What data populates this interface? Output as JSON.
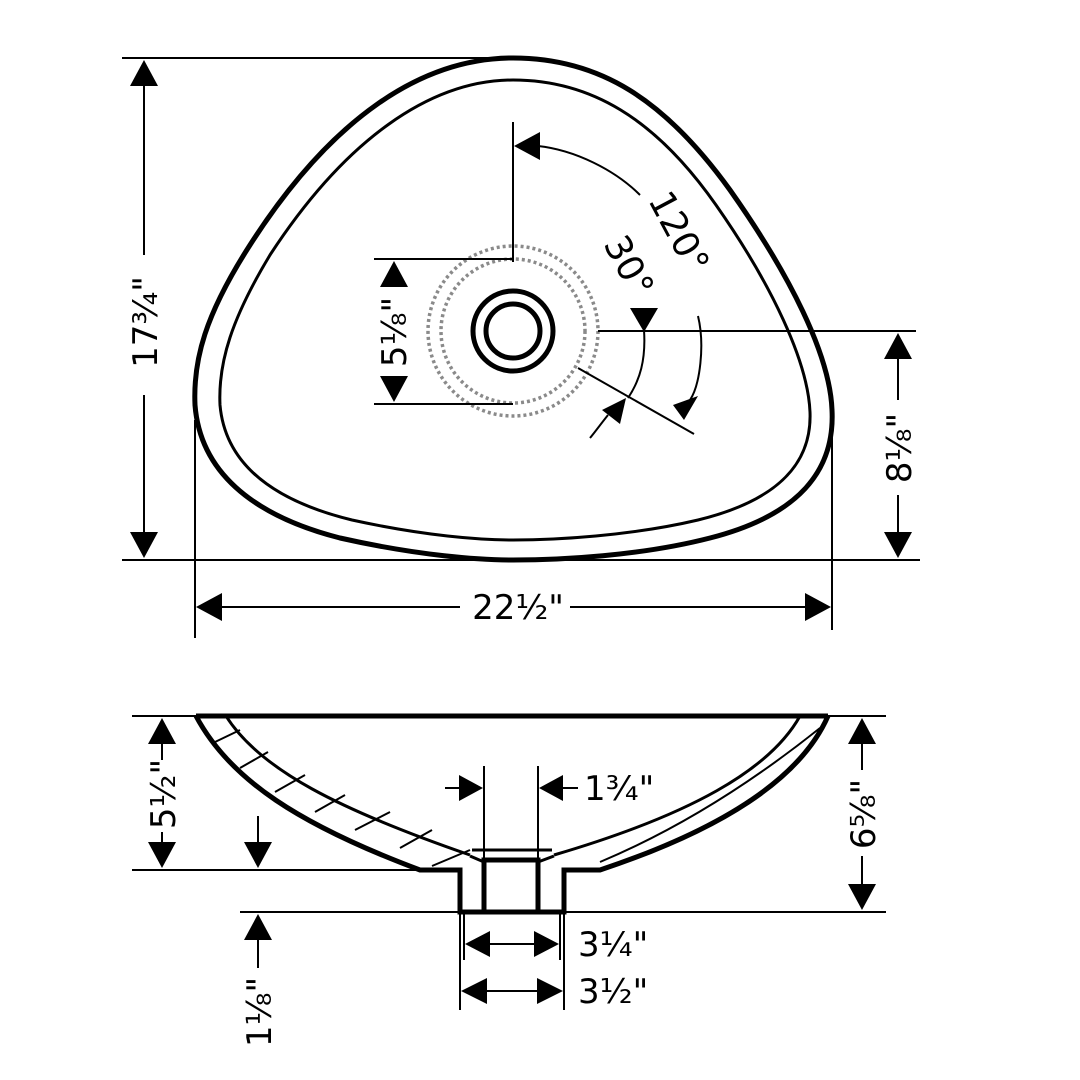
{
  "top_view": {
    "height_dim": "17¾\"",
    "width_dim": "22½\"",
    "drain_to_back_dim": "8⅛\"",
    "faucet_circle_dim": "5⅛\"",
    "angle_large": "120°",
    "angle_small": "30°"
  },
  "side_view": {
    "bowl_depth_dim": "5½\"",
    "total_height_dim": "6⅝\"",
    "drain_opening_dim": "1¾\"",
    "drain_inner_dim": "3¼\"",
    "drain_outer_dim": "3½\"",
    "drain_height_dim": "1⅛\""
  }
}
